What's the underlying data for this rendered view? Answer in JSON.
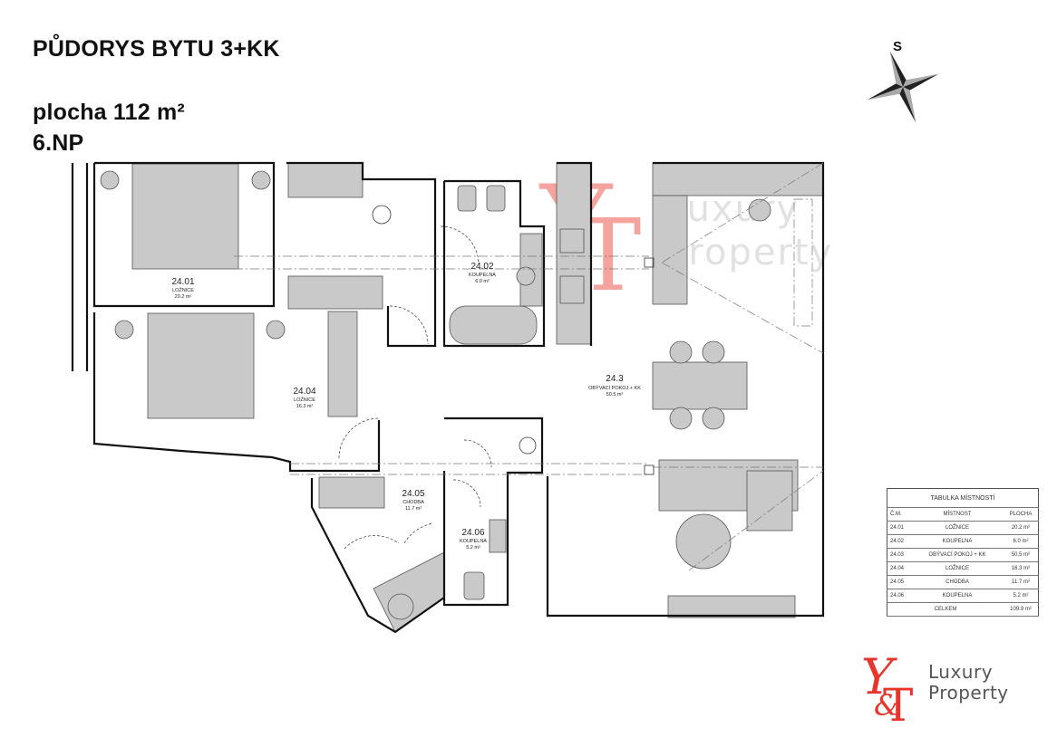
{
  "header": {
    "title": "PŮDORYS BYTU 3+KK",
    "area": "plocha 112 m²",
    "floor": "6.NP"
  },
  "compass": {
    "label": "S"
  },
  "rooms": [
    {
      "num": "24.01",
      "name": "LOŽNICE",
      "area": "20.2 m²"
    },
    {
      "num": "24.02",
      "name": "KOUPELNA",
      "area": "6.0 m²"
    },
    {
      "num": "24.3",
      "name": "OBÝVACÍ POKOJ + KK",
      "area": "50.5 m²"
    },
    {
      "num": "24.04",
      "name": "LOŽNICE",
      "area": "16.3 m²"
    },
    {
      "num": "24.05",
      "name": "CHODBA",
      "area": "11.7 m²"
    },
    {
      "num": "24.06",
      "name": "KOUPELNA",
      "area": "5.2 m²"
    }
  ],
  "table": {
    "caption": "TABULKA MÍSTNOSTÍ",
    "headers": [
      "Č.M.",
      "MÍSTNOST",
      "PLOCHA"
    ],
    "rows": [
      [
        "24.01",
        "LOŽNICE",
        "20.2 m²"
      ],
      [
        "24.02",
        "KOUPELNA",
        "6.0 m²"
      ],
      [
        "24.03",
        "OBÝVACÍ POKOJ + KK",
        "50.5 m²"
      ],
      [
        "24.04",
        "LOŽNICE",
        "16.3 m²"
      ],
      [
        "24.05",
        "CHODBA",
        "11.7 m²"
      ],
      [
        "24.06",
        "KOUPELNA",
        "5.2 m²"
      ]
    ],
    "total_label": "CELKEM",
    "total_value": "109.9 m²"
  },
  "logo": {
    "line1": "Luxury",
    "line2": "Property",
    "monogram": "Y&T"
  },
  "watermark": {
    "line1": "Luxury",
    "line2": "Property"
  },
  "colors": {
    "wall": "#111111",
    "furniture": "#c9c9c9",
    "brand_red": "#e8352b",
    "text_gray": "#555555"
  }
}
